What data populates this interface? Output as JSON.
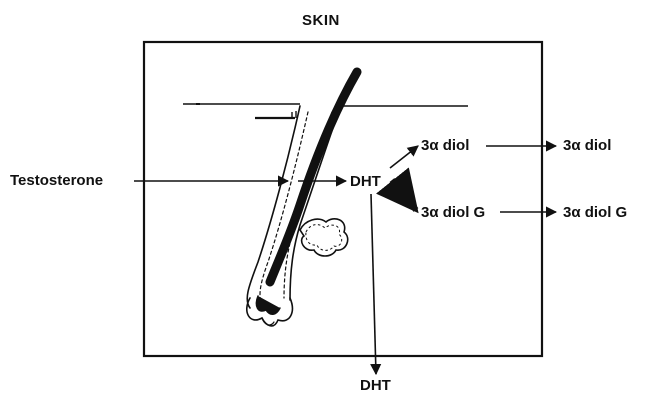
{
  "title": "SKIN",
  "labels": {
    "testosterone": "Testosterone",
    "dht_center": "DHT",
    "diol_center": "3α diol",
    "diol_right": "3α diol",
    "diol_g_center": "3α diol G",
    "diol_g_right": "3α diol G",
    "dht_bottom": "DHT"
  },
  "colors": {
    "ink": "#111111",
    "background": "#ffffff"
  }
}
